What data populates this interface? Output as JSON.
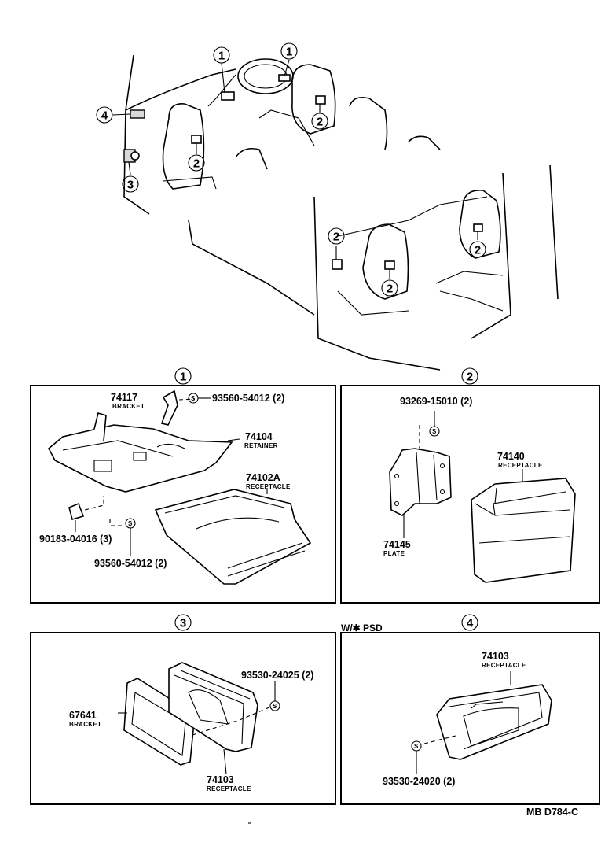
{
  "overview": {
    "callouts": [
      "1",
      "1",
      "4",
      "2",
      "2",
      "3",
      "2",
      "2",
      "2"
    ]
  },
  "panel1": {
    "number": "1",
    "parts": [
      {
        "no": "74117",
        "name": "BRACKET"
      },
      {
        "no": "93560-54012 (2)",
        "name": ""
      },
      {
        "no": "74104",
        "name": "RETAINER"
      },
      {
        "no": "74102A",
        "name": "RECEPTACLE"
      },
      {
        "no": "90183-04016 (3)",
        "name": ""
      },
      {
        "no": "93560-54012 (2)",
        "name": ""
      }
    ]
  },
  "panel2": {
    "number": "2",
    "parts": [
      {
        "no": "93269-15010 (2)",
        "name": ""
      },
      {
        "no": "74140",
        "name": "RECEPTACLE"
      },
      {
        "no": "74145",
        "name": "PLATE"
      }
    ]
  },
  "panel3": {
    "number": "3",
    "parts": [
      {
        "no": "93530-24025 (2)",
        "name": ""
      },
      {
        "no": "67641",
        "name": "BRACKET"
      },
      {
        "no": "74103",
        "name": "RECEPTACLE"
      }
    ]
  },
  "panel4": {
    "number": "4",
    "note": "W/✱ PSD",
    "parts": [
      {
        "no": "74103",
        "name": "RECEPTACLE"
      },
      {
        "no": "93530-24020 (2)",
        "name": ""
      }
    ]
  },
  "diagram_code": "MB D784-C"
}
